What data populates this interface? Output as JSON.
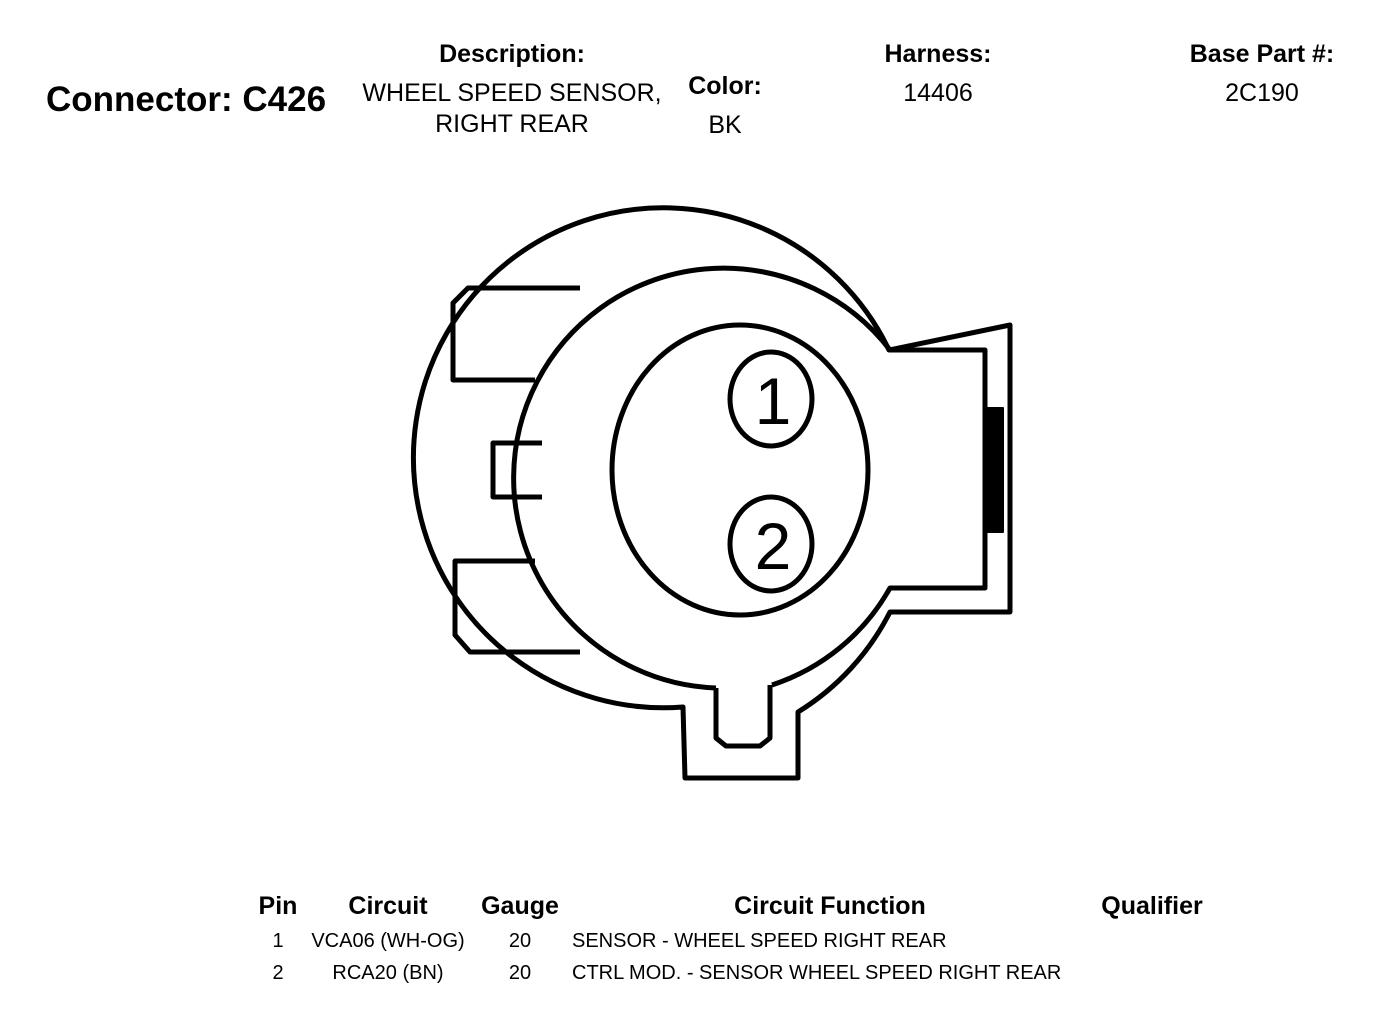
{
  "connector": {
    "title": "Connector: C426"
  },
  "header": {
    "description_label": "Description:",
    "description_value": "WHEEL SPEED SENSOR, RIGHT REAR",
    "color_label": "Color:",
    "color_value": "BK",
    "harness_label": "Harness:",
    "harness_value": "14406",
    "base_part_label": "Base Part #:",
    "base_part_value": "2C190"
  },
  "diagram": {
    "pins": [
      "1",
      "2"
    ]
  },
  "table": {
    "headers": {
      "pin": "Pin",
      "circuit": "Circuit",
      "gauge": "Gauge",
      "function": "Circuit Function",
      "qualifier": "Qualifier"
    },
    "rows": [
      {
        "pin": "1",
        "circuit": "VCA06 (WH-OG)",
        "gauge": "20",
        "function": "SENSOR - WHEEL SPEED RIGHT REAR",
        "qualifier": ""
      },
      {
        "pin": "2",
        "circuit": "RCA20 (BN)",
        "gauge": "20",
        "function": "CTRL MOD. - SENSOR WHEEL SPEED RIGHT REAR",
        "qualifier": ""
      }
    ]
  }
}
